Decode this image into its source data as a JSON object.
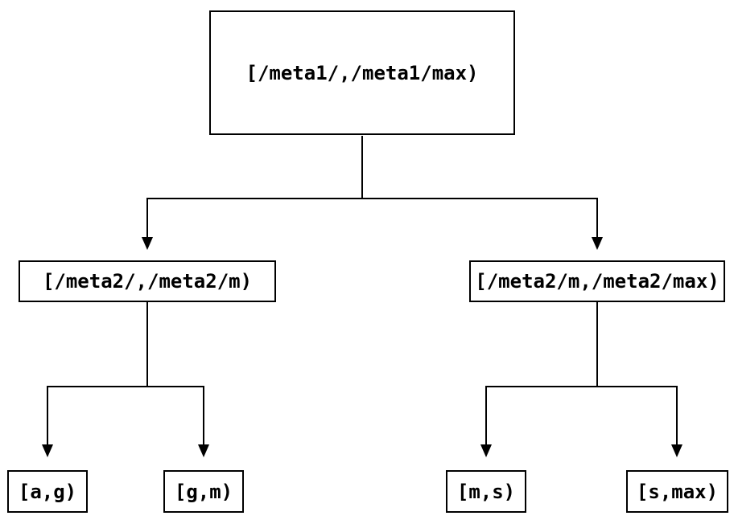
{
  "diagram": {
    "type": "binary-interval-tree",
    "colors": {
      "background": "#ffffff",
      "border": "#000000",
      "line": "#000000",
      "text": "#000000",
      "arrow": "#000000"
    },
    "nodes": {
      "root": {
        "label": "[/meta1/,/meta1/max)"
      },
      "left": {
        "label": "[/meta2/,/meta2/m)"
      },
      "right": {
        "label": "[/meta2/m,/meta2/max)"
      },
      "leaf_ag": {
        "label": "[a,g)"
      },
      "leaf_gm": {
        "label": "[g,m)"
      },
      "leaf_ms": {
        "label": "[m,s)"
      },
      "leaf_smax": {
        "label": "[s,max)"
      }
    },
    "edges": [
      {
        "from": "root",
        "to": "left"
      },
      {
        "from": "root",
        "to": "right"
      },
      {
        "from": "left",
        "to": "leaf_ag"
      },
      {
        "from": "left",
        "to": "leaf_gm"
      },
      {
        "from": "right",
        "to": "leaf_ms"
      },
      {
        "from": "right",
        "to": "leaf_smax"
      }
    ]
  }
}
